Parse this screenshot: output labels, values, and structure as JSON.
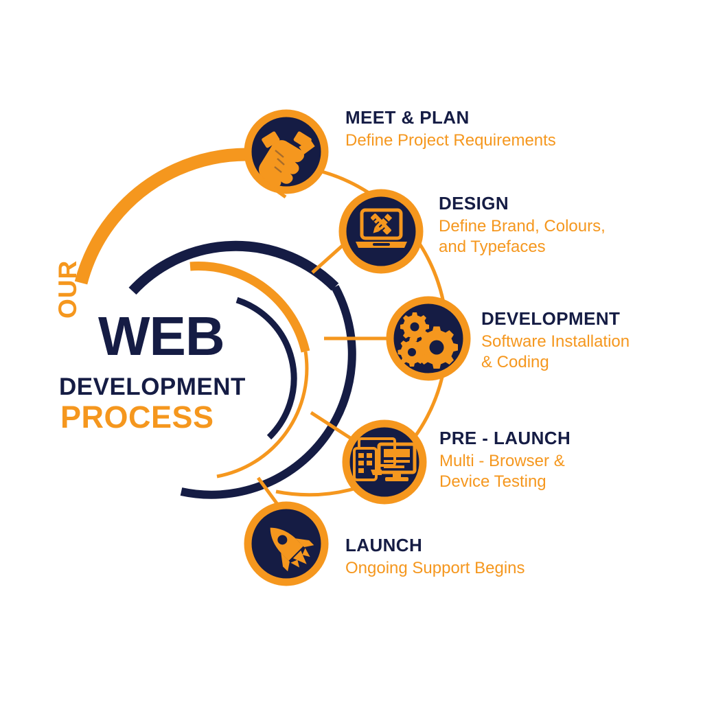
{
  "meta": {
    "colors": {
      "orange": "#F5971E",
      "navy": "#151C44",
      "background": "#FFFFFF"
    }
  },
  "title": {
    "our": "OUR",
    "web": "WEB",
    "development": "DEVELOPMENT",
    "process": "PROCESS"
  },
  "steps": [
    {
      "id": "meet-plan",
      "title": "MEET & PLAN",
      "desc": "Define Project Requirements",
      "icon": "handshake-icon"
    },
    {
      "id": "design",
      "title": "DESIGN",
      "desc": "Define Brand, Colours,\nand Typefaces",
      "icon": "laptop-design-icon"
    },
    {
      "id": "development",
      "title": "DEVELOPMENT",
      "desc": "Software Installation\n& Coding",
      "icon": "gears-icon"
    },
    {
      "id": "pre-launch",
      "title": "PRE - LAUNCH",
      "desc": "Multi - Browser &\nDevice Testing",
      "icon": "monitor-testing-icon"
    },
    {
      "id": "launch",
      "title": "LAUNCH",
      "desc": "Ongoing Support Begins",
      "icon": "rocket-icon"
    }
  ]
}
